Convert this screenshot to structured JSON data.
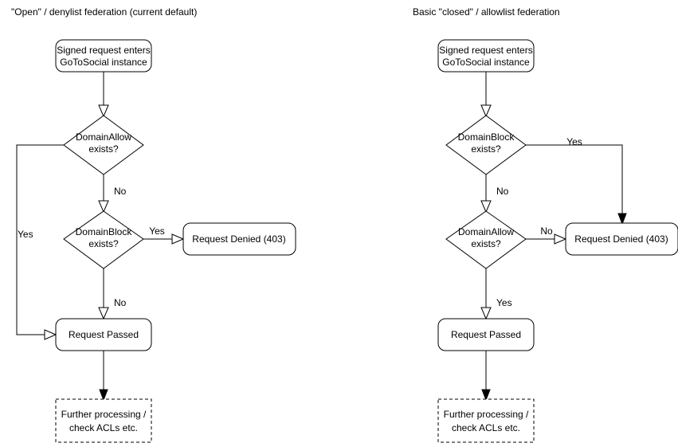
{
  "diagram": {
    "type": "flowchart",
    "background_color": "#ffffff",
    "stroke_color": "#000000",
    "text_color": "#000000",
    "panels": [
      {
        "id": "open-federation",
        "title": "\"Open\" / denylist federation (current default)",
        "nodes": [
          {
            "id": "entry",
            "shape": "rounded-rect",
            "label_line1": "Signed request enters",
            "label_line2": "GoToSocial instance"
          },
          {
            "id": "domain-allow",
            "shape": "diamond",
            "label_line1": "DomainAllow",
            "label_line2": "exists?"
          },
          {
            "id": "domain-block",
            "shape": "diamond",
            "label_line1": "DomainBlock",
            "label_line2": "exists?"
          },
          {
            "id": "denied",
            "shape": "rounded-rect",
            "label_line1": "Request Denied (403)"
          },
          {
            "id": "passed",
            "shape": "rounded-rect",
            "label_line1": "Request Passed"
          },
          {
            "id": "further",
            "shape": "dashed-rect",
            "label_line1": "Further processing /",
            "label_line2": "check ACLs etc."
          }
        ],
        "edges": [
          {
            "from": "entry",
            "to": "domain-allow",
            "label": ""
          },
          {
            "from": "domain-allow",
            "to": "passed",
            "label": "Yes"
          },
          {
            "from": "domain-allow",
            "to": "domain-block",
            "label": "No"
          },
          {
            "from": "domain-block",
            "to": "denied",
            "label": "Yes"
          },
          {
            "from": "domain-block",
            "to": "passed",
            "label": "No"
          },
          {
            "from": "passed",
            "to": "further",
            "label": ""
          }
        ]
      },
      {
        "id": "closed-federation",
        "title": "Basic \"closed\" / allowlist federation",
        "nodes": [
          {
            "id": "entry",
            "shape": "rounded-rect",
            "label_line1": "Signed request enters",
            "label_line2": "GoToSocial instance"
          },
          {
            "id": "domain-block",
            "shape": "diamond",
            "label_line1": "DomainBlock",
            "label_line2": "exists?"
          },
          {
            "id": "domain-allow",
            "shape": "diamond",
            "label_line1": "DomainAllow",
            "label_line2": "exists?"
          },
          {
            "id": "denied",
            "shape": "rounded-rect",
            "label_line1": "Request Denied (403)"
          },
          {
            "id": "passed",
            "shape": "rounded-rect",
            "label_line1": "Request Passed"
          },
          {
            "id": "further",
            "shape": "dashed-rect",
            "label_line1": "Further processing /",
            "label_line2": "check ACLs etc."
          }
        ],
        "edges": [
          {
            "from": "entry",
            "to": "domain-block",
            "label": ""
          },
          {
            "from": "domain-block",
            "to": "denied",
            "label": "Yes"
          },
          {
            "from": "domain-block",
            "to": "domain-allow",
            "label": "No"
          },
          {
            "from": "domain-allow",
            "to": "denied",
            "label": "No"
          },
          {
            "from": "domain-allow",
            "to": "passed",
            "label": "Yes"
          },
          {
            "from": "passed",
            "to": "further",
            "label": ""
          }
        ]
      }
    ]
  }
}
